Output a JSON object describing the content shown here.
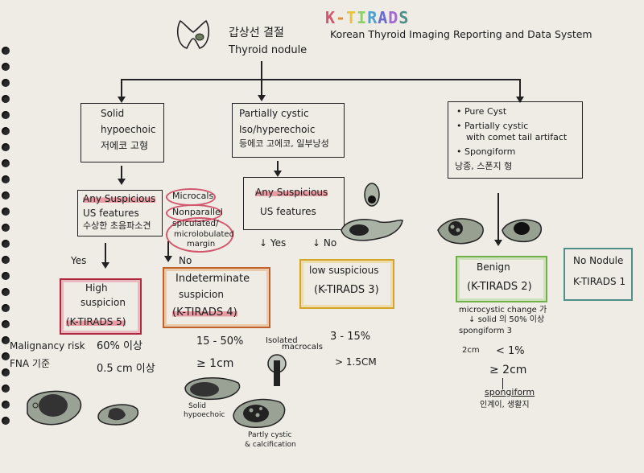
{
  "header": {
    "logo": "K-TIRADS",
    "subtitle": "Korean Thyroid Imaging Reporting and Data System",
    "ko_title": "갑상선 결절",
    "en_title": "Thyroid nodule"
  },
  "branches": {
    "solid": [
      "Solid",
      "hypoechoic",
      "저에코 고형"
    ],
    "partial": [
      "Partially cystic",
      "Iso/hyperechoic",
      "등에코 고에코, 일부낭성"
    ],
    "cyst": [
      "• Pure Cyst",
      "• Partially cystic",
      "with comet tail artifact",
      "• Spongiform",
      "낭종, 스폰지 형"
    ]
  },
  "suspicious_solid": [
    "Any Suspicious",
    "US features",
    "수상한 초음파소견"
  ],
  "suspicious_partial": [
    "Any Suspicious",
    "US features"
  ],
  "features": [
    "Microcals",
    "Nonparallel",
    "spiculated/",
    "microlobulated",
    "margin"
  ],
  "labels": {
    "yes": "Yes",
    "no": "No",
    "yes2": "Yes",
    "no2": "No"
  },
  "categories": {
    "high": [
      "High",
      "suspicion",
      "(K-TIRADS 5)"
    ],
    "indeterminate": [
      "Indeterminate",
      "suspicion",
      "(K-TIRADS 4)"
    ],
    "low": [
      "low suspicious",
      "(K-TIRADS 3)"
    ],
    "benign": [
      "Benign",
      "(K-TIRADS 2)"
    ],
    "nonodule": [
      "No Nodule",
      "K-TIRADS 1"
    ]
  },
  "rows": {
    "malignancy_label": "Malignancy risk",
    "fna_label": "FNA 기준",
    "k5_risk": "60% 이상",
    "k5_fna": "0.5 cm 이상",
    "k4_risk": "15 - 50%",
    "k4_fna": "≥ 1cm",
    "k3_risk": "3 - 15%",
    "k3_fna": "> 1.5CM",
    "k2_risk": "< 1%",
    "k2_fna": "≥ 2cm"
  },
  "notes": {
    "benign_note1": "microcystic change 가",
    "benign_note2": "solid 의 50% 이상",
    "benign_note3": "spongiform 3",
    "benign_note4": "2cm",
    "spongiform": "spongiform",
    "spongiform_ko": "인계이, 생활지",
    "isolated": "Isolated",
    "macrocals": "macrocals",
    "solid_hypo": [
      "Solid",
      "hypoechoic"
    ],
    "partly": [
      "Partly cystic",
      "& calcification"
    ]
  },
  "colors": {
    "red": "#d2566e",
    "orange": "#e08a3a",
    "yellow": "#e8c43a",
    "green": "#8fd06a",
    "teal": "#4f8f8a"
  }
}
